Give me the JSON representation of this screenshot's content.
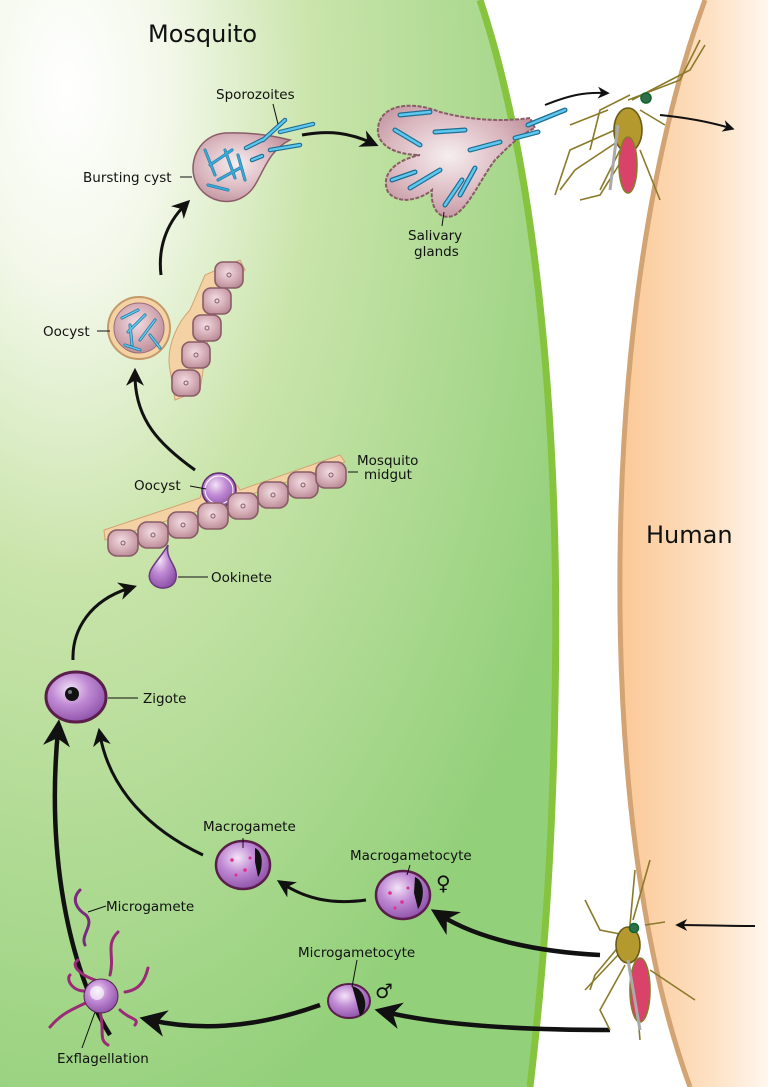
{
  "diagram": {
    "regions": {
      "mosquito": "Mosquito",
      "human": "Human"
    },
    "stages": {
      "sporozoites": "Sporozoites",
      "bursting_cyst": "Bursting cyst",
      "salivary_glands_line1": "Salivary",
      "salivary_glands_line2": "glands",
      "oocyst_mature": "Oocyst",
      "oocyst_early": "Oocyst",
      "midgut_line1": "Mosquito",
      "midgut_line2": "midgut",
      "ookinete": "Ookinete",
      "zygote": "Zigote",
      "macrogamete": "Macrogamete",
      "macrogametocyte": "Macrogametocyte",
      "microgamete": "Microgamete",
      "microgametocyte": "Microgametocyte",
      "exflagellation": "Exflagellation"
    },
    "symbols": {
      "female": "♀",
      "male": "♂"
    },
    "colors": {
      "mosquito_region": "#a6d684",
      "mosquito_border": "#86c440",
      "human_region": "#fcd3a8",
      "human_border": "#d2a473",
      "cell_pink": "#c79aa4",
      "cell_outline": "#7a4a56",
      "parasite_purple": "#a66ac0",
      "sporozoite_blue": "#37a9d8",
      "arrow": "#111111"
    },
    "flow": [
      "Microgametocyte → Exflagellation",
      "Exflagellation → Microgamete",
      "Macrogametocyte → Macrogamete",
      "Microgamete + Macrogamete → Zigote",
      "Zigote → Ookinete",
      "Ookinete → Oocyst (midgut)",
      "Oocyst → Oocyst (mature)",
      "Oocyst → Bursting cyst",
      "Bursting cyst → Sporozoites → Salivary glands",
      "Salivary glands → Human"
    ]
  }
}
